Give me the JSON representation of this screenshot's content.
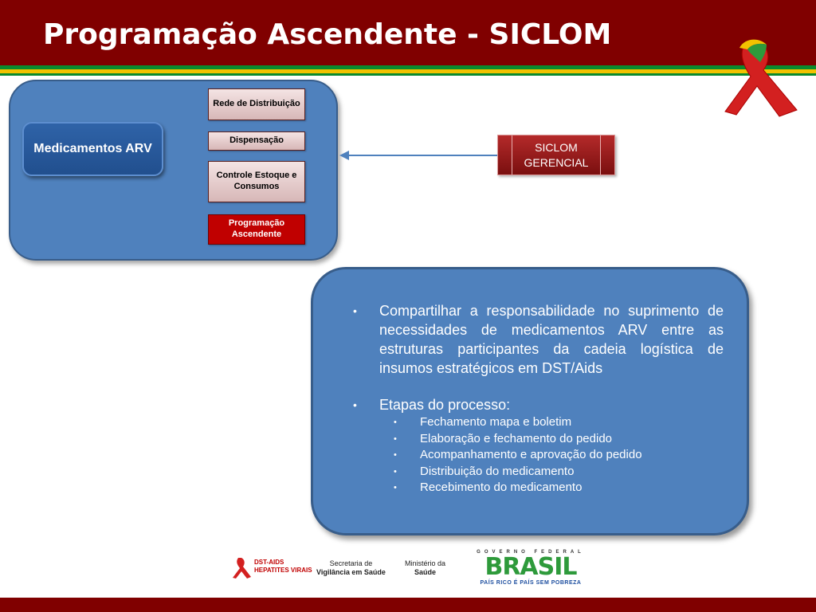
{
  "slide": {
    "title": "Programação Ascendente - SICLOM"
  },
  "diagram": {
    "medicamentos": "Medicamentos ARV",
    "steps": [
      "Rede de Distribuição",
      "Dispensação",
      "Controle Estoque e Consumos",
      "Programação Ascendente"
    ],
    "siclom": "SICLOM GERENCIAL"
  },
  "content": {
    "bullet1": "Compartilhar a responsabilidade no suprimento de necessidades de medicamentos ARV entre as estruturas participantes da cadeia logística de insumos estratégicos em DST/Aids",
    "bullet2": "Etapas do processo:",
    "sub_items": [
      "Fechamento mapa e boletim",
      "Elaboração e fechamento do pedido",
      "Acompanhamento e aprovação do pedido",
      "Distribuição do medicamento",
      "Recebimento do medicamento"
    ]
  },
  "footer": {
    "dst_line1": "DST-AIDS",
    "dst_line2": "HEPATITES VIRAIS",
    "sec_line1": "Secretaria de",
    "sec_line2": "Vigilância em Saúde",
    "min_line1": "Ministério da",
    "min_line2": "Saúde",
    "gov": "GOVERNO FEDERAL",
    "brasil": "BRASIL",
    "slogan": "PAÍS RICO É PAÍS SEM POBREZA"
  },
  "colors": {
    "header": "#800000",
    "panel": "#4f81bd",
    "highlight_step": "#c00000"
  }
}
